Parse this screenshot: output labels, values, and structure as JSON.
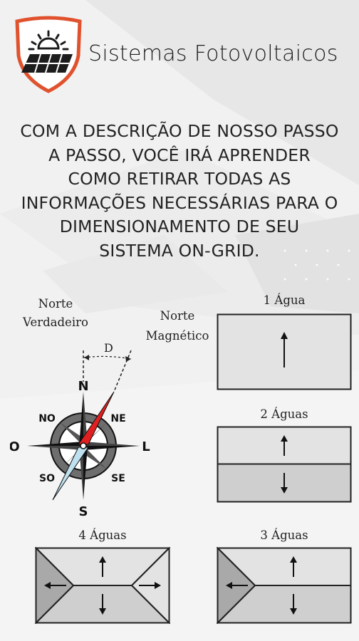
{
  "brand": {
    "name": "Sistemas Fotovoltaicos",
    "colors": {
      "shield_outline": "#e0522e",
      "panel": "#1c1c1c"
    }
  },
  "intro": {
    "lines": [
      "COM A DESCRIÇÃO DE NOSSO PASSO",
      "A PASSO, VOCÊ IRÁ APRENDER",
      "COMO RETIRAR TODAS AS",
      "INFORMAÇÕES NECESSÁRIAS PARA O",
      "DIMENSIONAMENTO DE SEU",
      "SISTEMA ON-GRID."
    ]
  },
  "compass": {
    "true_north_label": [
      "Norte",
      "Verdadeiro"
    ],
    "magnetic_north_label": [
      "Norte",
      "Magnético"
    ],
    "declination_label": "D",
    "directions": {
      "n": "N",
      "s": "S",
      "l": "L",
      "o": "O",
      "ne": "NE",
      "no": "NO",
      "se": "SE",
      "so": "SO"
    },
    "colors": {
      "magnetic_needle": "#e02020",
      "south_needle": "#bfe0ef",
      "dark": "#111111"
    }
  },
  "roofs": {
    "one": "1 Água",
    "two": "2 Águas",
    "three": "3 Águas",
    "four": "4 Águas",
    "colors": {
      "light": "#e3e3e3",
      "mid": "#cfcfcf",
      "dark": "#a9a9a9",
      "stroke": "#222222"
    }
  }
}
